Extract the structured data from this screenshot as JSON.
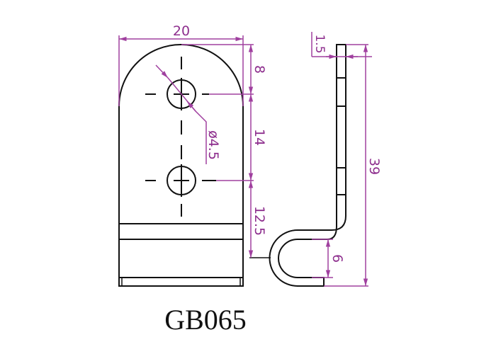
{
  "part_number": "GB065",
  "dimensions": {
    "width": "20",
    "top_to_hole1": "8",
    "hole_spacing": "14",
    "hole2_to_bend": "12.5",
    "hole_diameter": "ø4.5",
    "thickness": "1.5",
    "total_height": "39",
    "hook_inner": "6"
  },
  "colors": {
    "dimension": "#a0409f",
    "outline": "#111111"
  }
}
